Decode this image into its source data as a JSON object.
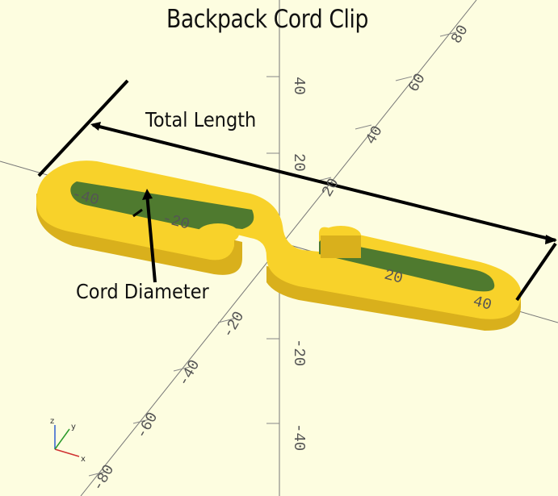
{
  "title": "Backpack Cord Clip",
  "annotations": {
    "total_length": "Total Length",
    "cord_diameter": "Cord Diameter"
  },
  "axis_ticks": {
    "vertical_axis": [
      "40",
      "20",
      "-20",
      "-40"
    ],
    "upper_right_axis": [
      "80",
      "60",
      "40",
      "20"
    ],
    "lower_left_axis": [
      "-20",
      "-40",
      "-60",
      "-80"
    ],
    "model_axis": [
      "-40",
      "-20",
      "20",
      "40"
    ]
  },
  "colors": {
    "background": "#fdfde0",
    "model_top": "#f8d22a",
    "model_side": "#d9b01c",
    "model_inner": "#4f7a2f",
    "annotation": "#000000",
    "axis": "#666666"
  },
  "axes_gizmo": {
    "x": "x",
    "y": "y",
    "z": "z"
  }
}
